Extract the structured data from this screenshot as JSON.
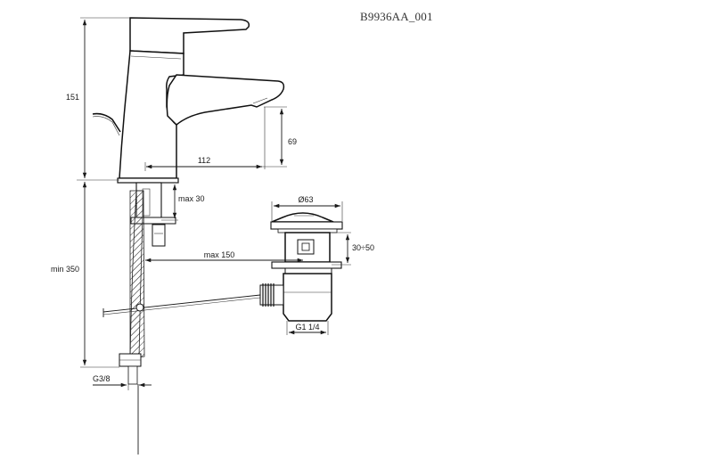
{
  "drawing_code": "B9936AA_001",
  "dimensions": {
    "total_height": "151",
    "spout_height": "69",
    "spout_reach": "112",
    "max_30": "max 30",
    "min_350": "min 350",
    "max_150": "max 150",
    "diameter_63": "Ø63",
    "range_30_50": "30÷50",
    "waste_thread": "G1 1/4",
    "hose_thread": "G3/8"
  }
}
